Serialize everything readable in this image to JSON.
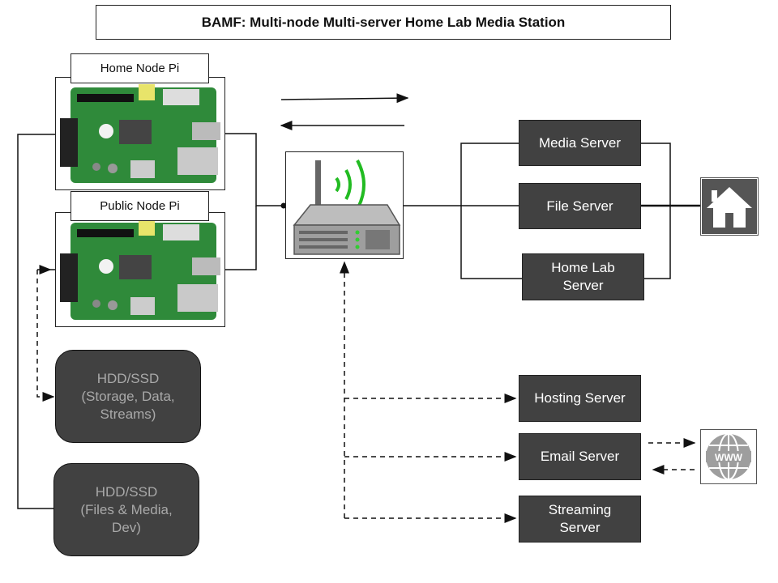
{
  "title": "BAMF: Multi-node Multi-server Home Lab Media Station",
  "nodes": {
    "home": {
      "label": "Home Node Pi"
    },
    "public": {
      "label": "Public Node Pi"
    }
  },
  "storage": [
    {
      "label": "HDD/SSD\n(Storage, Data,\nStreams)"
    },
    {
      "label": "HDD/SSD\n(Files & Media,\nDev)"
    }
  ],
  "home_servers": [
    "Media Server",
    "File Server",
    "Home Lab\nServer"
  ],
  "public_servers": [
    "Hosting Server",
    "Email Server",
    "Streaming\nServer"
  ],
  "colors": {
    "server_fill": "#414141",
    "signal_green": "#22bb22",
    "pcb_green": "#2f8a3a"
  },
  "icons": {
    "home": "house-icon",
    "internet": "globe-www-icon",
    "router": "wifi-router-icon"
  }
}
